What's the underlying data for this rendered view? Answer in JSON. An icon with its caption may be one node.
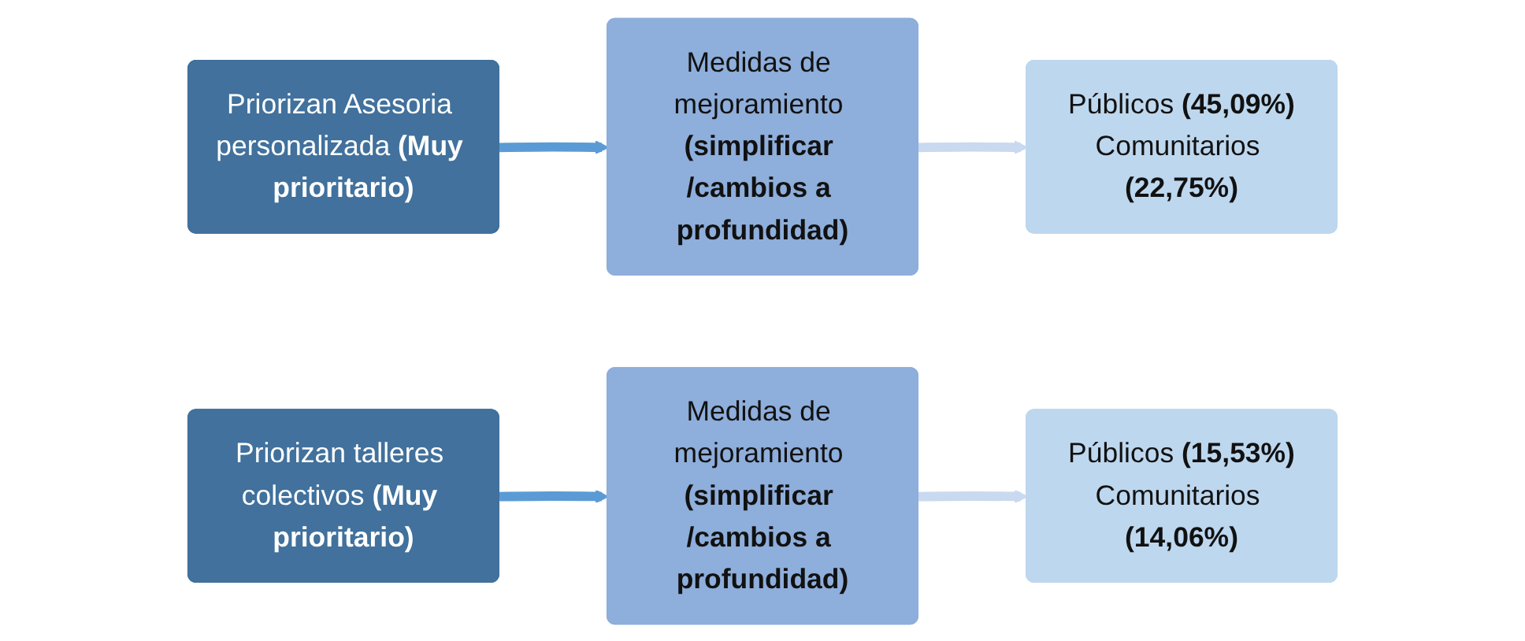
{
  "diagram": {
    "nodes": [
      {
        "text": [
          "Priorizan Asesoria personalizada **(Muy prioritario)**"
        ]
      },
      {
        "text": [
          "Medidas de mejoramiento **(simplificar /cambios a profundidad)**"
        ]
      },
      {
        "text": [
          "Públicos **(45,09%)**",
          "Comunitarios **(22,75%)**"
        ]
      },
      {
        "text": [
          "Priorizan talleres colectivos **(Muy prioritario)**"
        ]
      },
      {
        "text": [
          "Medidas de mejoramiento **(simplificar /cambios a profundidad)**"
        ]
      },
      {
        "text": [
          "Públicos **(15,53%)**",
          "Comunitarios **(14,06%)**"
        ]
      }
    ],
    "edges": [
      {
        "from": 0,
        "to": 1,
        "arrow": "to",
        "color": "#5b9bd5"
      },
      {
        "from": 1,
        "to": 2,
        "arrow": "to",
        "color": "#c9d9ef"
      },
      {
        "from": 3,
        "to": 4,
        "arrow": "to",
        "color": "#5b9bd5"
      },
      {
        "from": 4,
        "to": 5,
        "arrow": "to",
        "color": "#c9d9ef"
      }
    ]
  }
}
